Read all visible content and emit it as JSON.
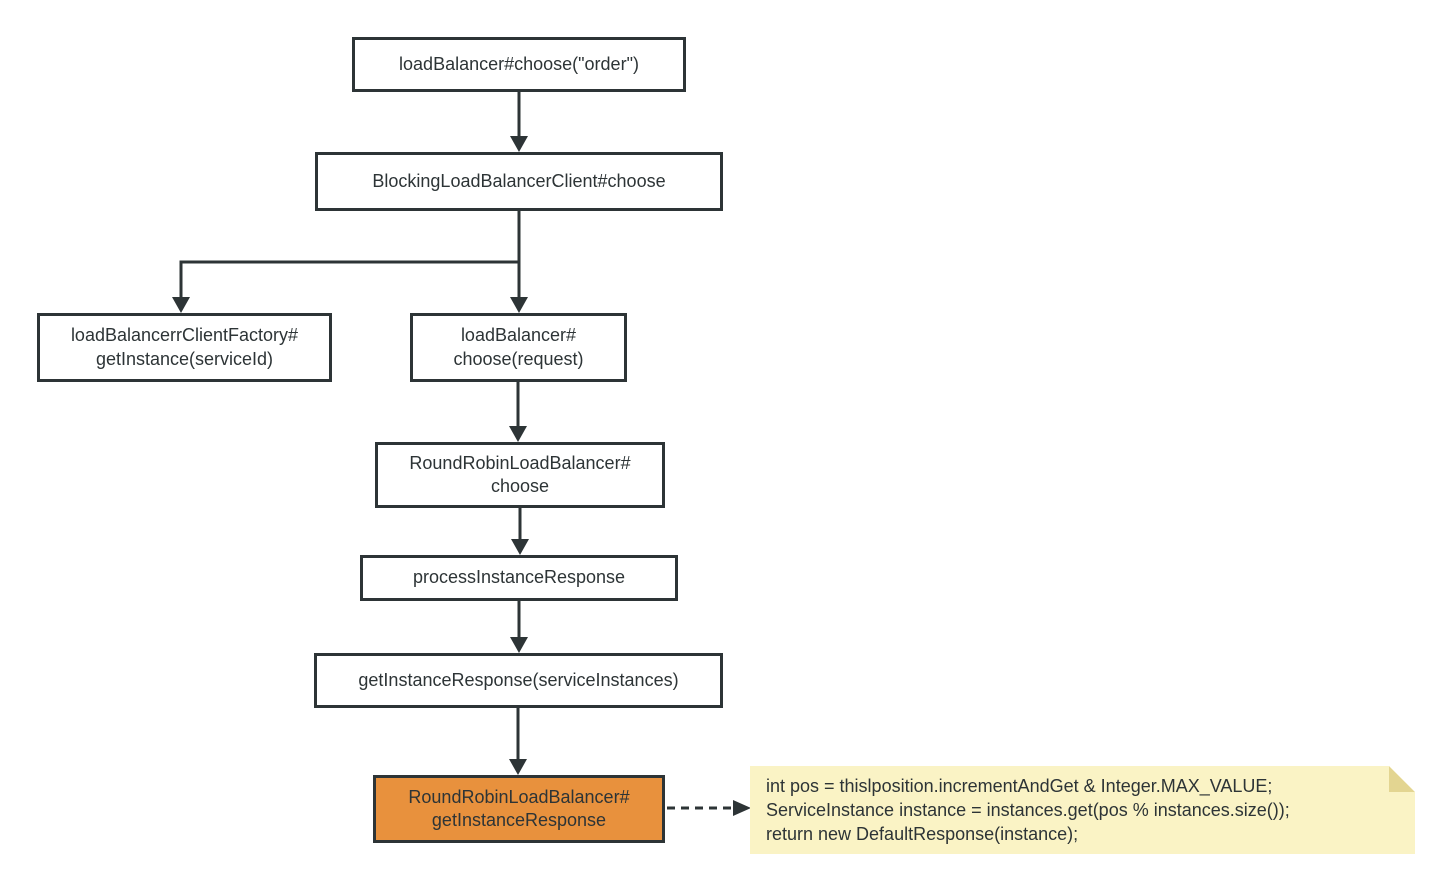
{
  "colors": {
    "line": "#2d3436",
    "box_border": "#2d3436",
    "box_fill": "#ffffff",
    "box_text": "#2d3436",
    "highlight_fill": "#e8913d",
    "note_fill": "#faf3c5",
    "note_fold": "#e3d591",
    "note_text": "#2d3436",
    "canvas": "#ffffff"
  },
  "nodes": [
    {
      "id": "load-balancer-choose-order",
      "label": "loadBalancer#choose(\"order\")"
    },
    {
      "id": "blocking-load-balancer-client-choose",
      "label": "BlockingLoadBalancerClient#choose"
    },
    {
      "id": "load-balancer-client-factory-get-instance",
      "label": "loadBalancerrClientFactory#\ngetInstance(serviceId)"
    },
    {
      "id": "load-balancer-choose-request",
      "label": "loadBalancer#\nchoose(request)"
    },
    {
      "id": "round-robin-load-balancer-choose",
      "label": "RoundRobinLoadBalancer#\nchoose"
    },
    {
      "id": "process-instance-response",
      "label": "processInstanceResponse"
    },
    {
      "id": "get-instance-response-service-instances",
      "label": "getInstanceResponse(serviceInstances)"
    },
    {
      "id": "round-robin-load-balancer-get-instance-response",
      "label": "RoundRobinLoadBalancer#\ngetInstanceResponse",
      "highlighted": true
    }
  ],
  "note": {
    "lines": [
      "int pos = thislposition.incrementAndGet & Integer.MAX_VALUE;",
      "ServiceInstance instance = instances.get(pos % instances.size());",
      "return new DefaultResponse(instance);"
    ]
  }
}
